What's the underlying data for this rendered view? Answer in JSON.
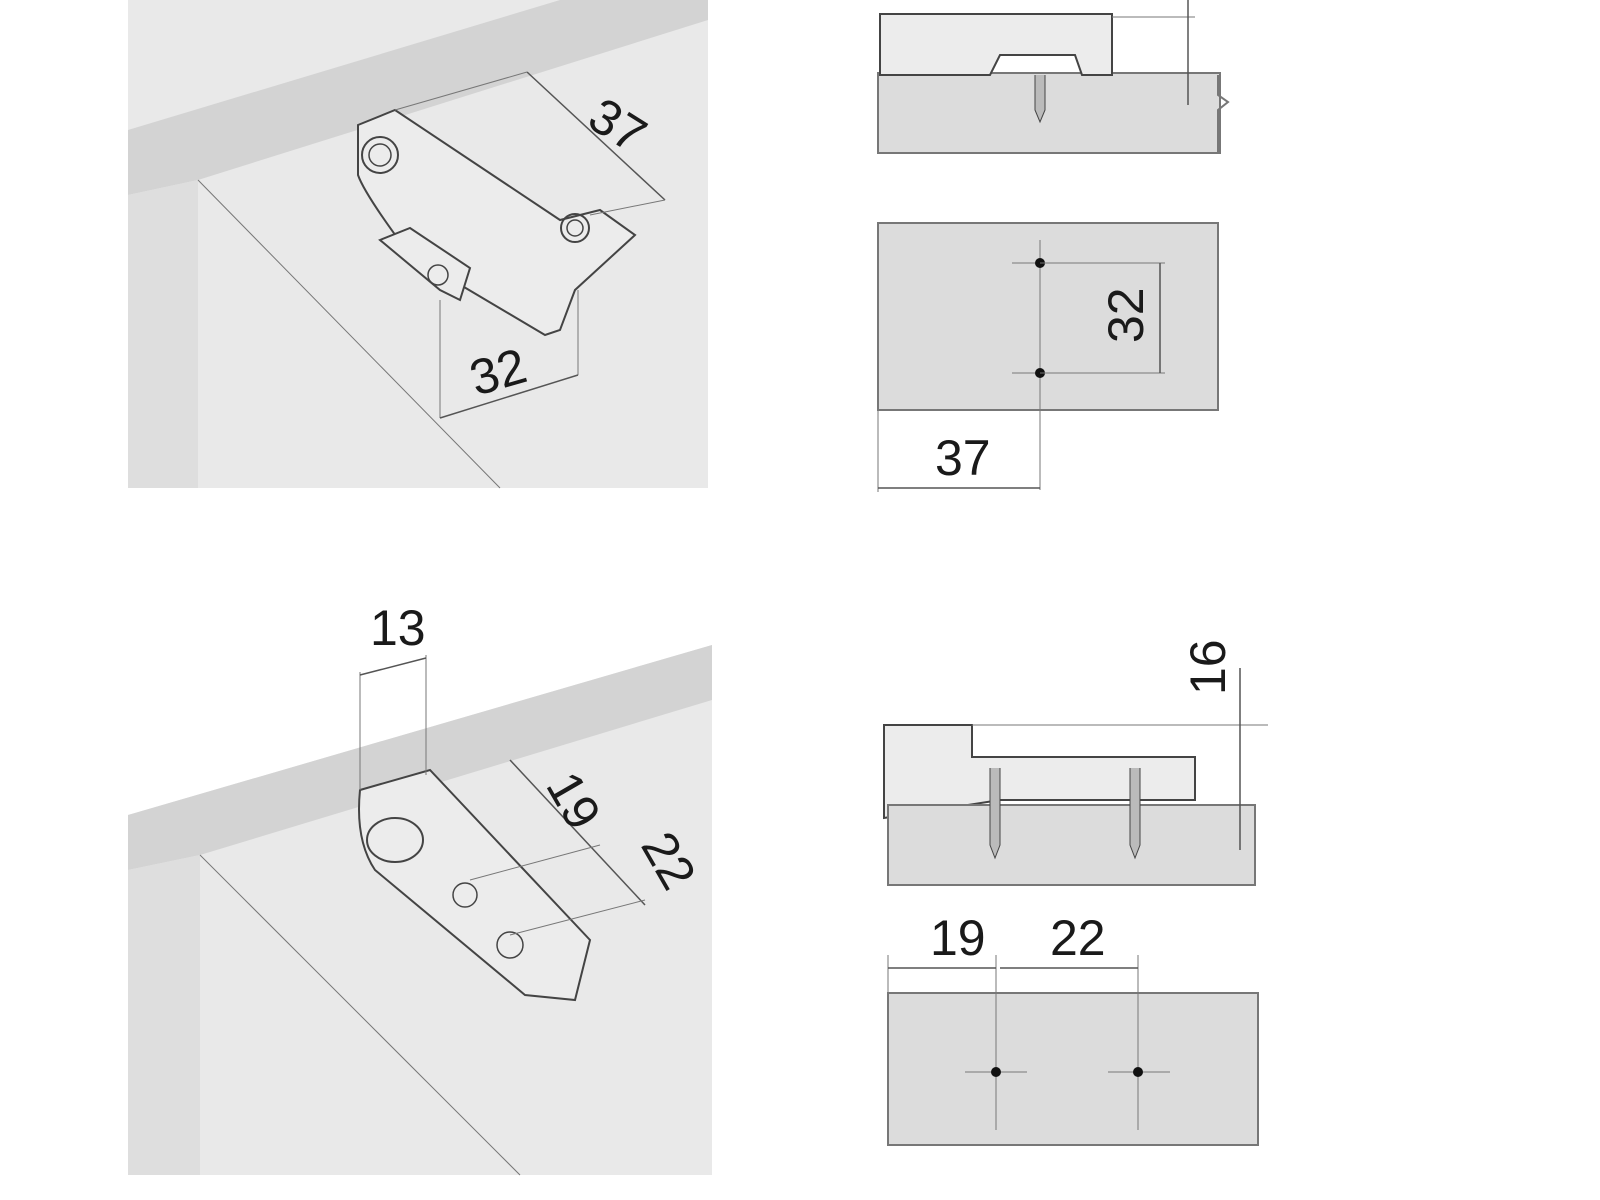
{
  "views": {
    "top_iso": {
      "dim_depth": "37",
      "dim_spacing": "32"
    },
    "top_side": {},
    "top_front": {
      "dim_spacing": "32",
      "dim_edge": "37"
    },
    "bottom_iso": {
      "dim_width": "13",
      "dim_first": "19",
      "dim_second": "22"
    },
    "bottom_side": {
      "dim_thickness": "16"
    },
    "bottom_front": {
      "dim_first": "19",
      "dim_second": "22"
    }
  },
  "colors": {
    "panel": "#e6e6e6",
    "edge": "#d2d2d2",
    "line": "#555555",
    "text": "#1a1a1a"
  }
}
